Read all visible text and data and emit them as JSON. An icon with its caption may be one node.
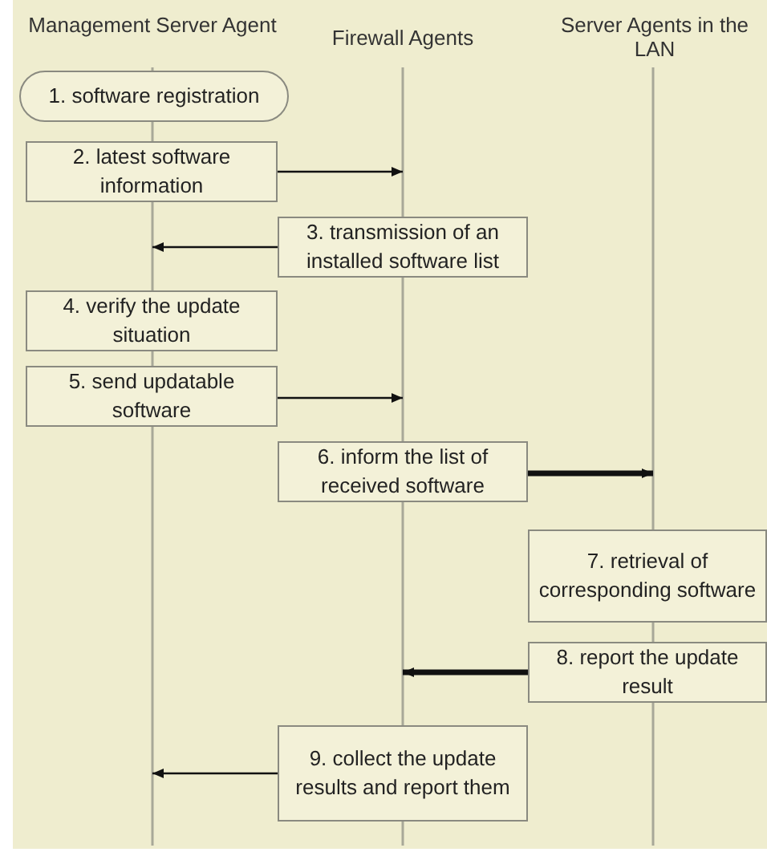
{
  "diagram": {
    "nodes": [
      {
        "text": [
          "1. software registration"
        ]
      },
      {
        "text": [
          "2. latest software information"
        ]
      },
      {
        "text": [
          "3. transmission of an installed software list"
        ]
      },
      {
        "text": [
          "4. verify the update situation"
        ]
      },
      {
        "text": [
          "5. send updatable software"
        ]
      },
      {
        "text": [
          "6. inform the list of received software"
        ]
      },
      {
        "text": [
          "7. retrieval of corresponding software"
        ]
      },
      {
        "text": [
          "8. report the update result"
        ]
      },
      {
        "text": [
          "9. collect the update results and report them"
        ]
      }
    ],
    "edges": [
      {
        "from": 1,
        "to": null,
        "arrow": "to"
      },
      {
        "from": 2,
        "to": null,
        "arrow": "to"
      },
      {
        "from": 4,
        "to": null,
        "arrow": "to"
      },
      {
        "from": 5,
        "to": null,
        "arrow": "to",
        "style": "thick"
      },
      {
        "from": 7,
        "to": null,
        "arrow": "to",
        "style": "thick"
      },
      {
        "from": 8,
        "to": null,
        "arrow": "to"
      }
    ],
    "labels": [
      "Management Server Agent",
      "Firewall Agents",
      "Server Agents in the LAN"
    ]
  }
}
